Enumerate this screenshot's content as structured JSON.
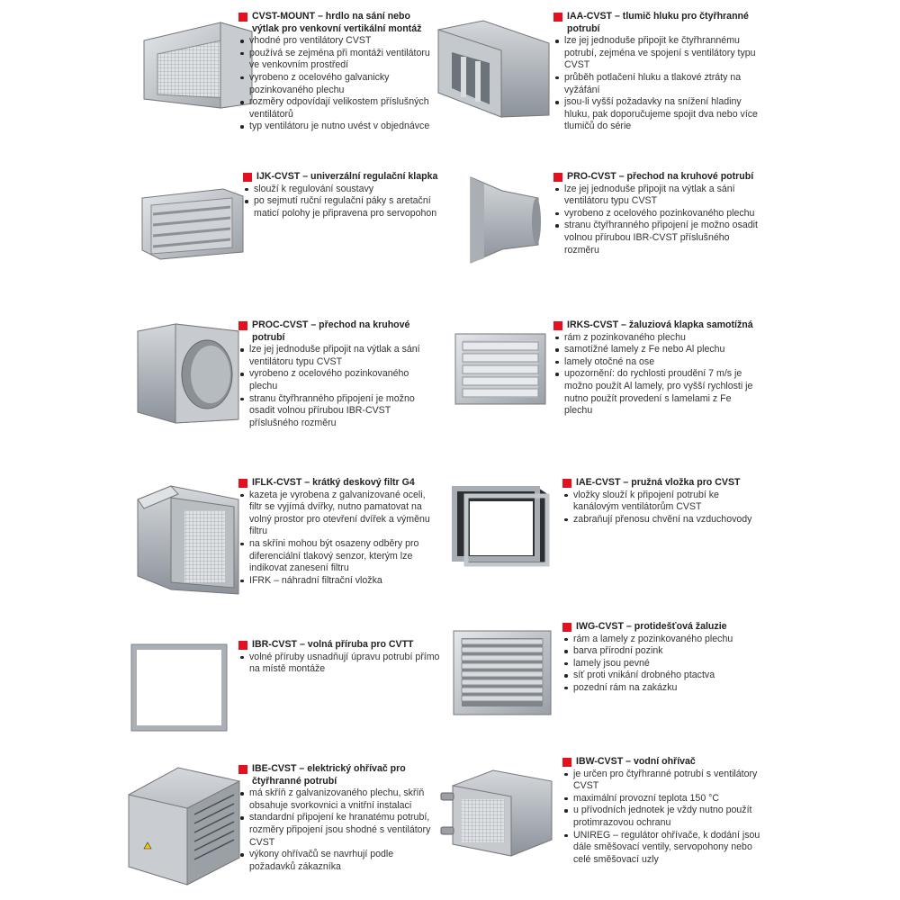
{
  "products": [
    {
      "code_title": "CVST-MOUNT – hrdlo na sání nebo výtlak pro venkovní vertikální montáž",
      "bullets": [
        "vhodné pro ventilátory CVST",
        "používá se zejména při montáži ventilátoru ve venkovním prostředí",
        "vyrobeno z ocelového galvanicky pozinkovaného plechu",
        "rozměry odpovídají velikostem příslušných ventilátorů",
        "typ ventilátoru je nutno uvést v objednávce"
      ]
    },
    {
      "code_title": "IAA-CVST – tlumič hluku pro čtyřhranné potrubí",
      "bullets": [
        "lze jej jednoduše připojit ke čtyřhrannému potrubí, zejména ve spojení s ventilátory typu CVST",
        "průběh potlačení hluku a tlakové ztráty na vyžáfání",
        "jsou-li vyšší požadavky na snížení hladiny hluku, pak doporučujeme spojit dva nebo více tlumičů do série"
      ]
    },
    {
      "code_title": "IJK-CVST – univerzální regulační klapka",
      "bullets": [
        "slouží k regulování soustavy",
        "po sejmutí ruční regulační páky s aretační maticí polohy je připravena pro servopohon"
      ]
    },
    {
      "code_title": "PRO-CVST – přechod na kruhové potrubí",
      "bullets": [
        "lze jej jednoduše připojit na výtlak a sání ventilátoru typu CVST",
        "vyrobeno z ocelového pozinkovaného plechu",
        "stranu čtyřhranného připojení je možno osadit volnou přírubou IBR-CVST příslušného rozměru"
      ]
    },
    {
      "code_title": "PROC-CVST – přechod na kruhové potrubí",
      "bullets": [
        "lze jej jednoduše připojit na výtlak a sání ventilátoru typu CVST",
        "vyrobeno z ocelového pozinkovaného plechu",
        "stranu čtyřhranného připojení je možno osadit volnou přírubou IBR-CVST příslušného rozměru"
      ]
    },
    {
      "code_title": "IRKS-CVST – žaluziová klapka samotížná",
      "bullets": [
        "rám z pozinkovaného plechu",
        "samotížné lamely z Fe nebo Al plechu",
        "lamely otočné na ose",
        "upozornění: do rychlosti proudění 7 m/s je možno použít Al lamely, pro vyšší rychlosti je nutno použít provedení s lamelami z Fe plechu"
      ]
    },
    {
      "code_title": "IFLK-CVST – krátký deskový filtr G4",
      "bullets": [
        "kazeta je vyrobena z galvanizované oceli, filtr se vyjímá dvířky, nutno pamatovat na volný prostor pro otevření dvířek a výměnu filtru",
        "na skříni mohou být osazeny odběry pro diferenciální tlakový senzor, kterým lze indikovat zanesení filtru",
        "IFRK – náhradní filtrační vložka"
      ]
    },
    {
      "code_title": "IAE-CVST – pružná vložka pro CVST",
      "bullets": [
        "vložky slouží k připojení potrubí ke kanálovým ventilátorům CVST",
        "zabraňují přenosu chvění na vzduchovody"
      ]
    },
    {
      "code_title": "IBR-CVST – volná příruba pro CVTT",
      "bullets": [
        "volné příruby usnadňují úpravu potrubí přímo na místě montáže"
      ]
    },
    {
      "code_title": "IWG-CVST – protidešťová žaluzie",
      "bullets": [
        "rám a lamely z pozinkovaného plechu",
        "barva přírodní pozink",
        "lamely jsou pevné",
        "síť proti vnikání drobného ptactva",
        "pozední rám na zakázku"
      ]
    },
    {
      "code_title": "IBE-CVST – elektrický ohřívač pro čtyřhranné potrubí",
      "bullets": [
        "má skříň z galvanizovaného plechu, skříň obsahuje svorkovnici a vnitřní instalaci",
        "standardní připojení ke hranatému potrubí, rozměry připojení jsou shodné s ventilátory CVST",
        "výkony ohřívačů se navrhují podle požadavků zákazníka"
      ]
    },
    {
      "code_title": "IBW-CVST – vodní ohřívač",
      "bullets": [
        "je určen pro čtyřhranné potrubí s ventilátory CVST",
        "maximální provozní teplota 150 °C",
        "u přívodních jednotek je vždy nutno použít protimrazovou ochranu",
        "UNIREG – regulátor ohřívače, k dodání jsou dále směšovací ventily, servopohony nebo celé směšovací uzly"
      ]
    }
  ],
  "colors": {
    "accent": "#e3101f",
    "metal": "#b9bec4"
  }
}
